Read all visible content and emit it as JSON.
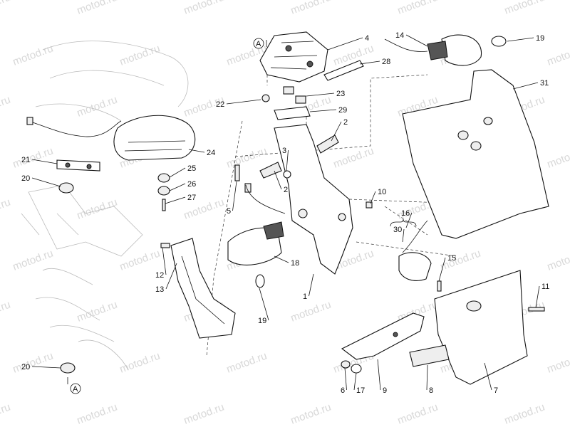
{
  "watermark": "motod.ru",
  "callouts": [
    {
      "id": "1",
      "text": "1"
    },
    {
      "id": "2a",
      "text": "2"
    },
    {
      "id": "2b",
      "text": "2"
    },
    {
      "id": "3",
      "text": "3"
    },
    {
      "id": "4",
      "text": "4"
    },
    {
      "id": "5",
      "text": "5"
    },
    {
      "id": "6",
      "text": "6"
    },
    {
      "id": "7",
      "text": "7"
    },
    {
      "id": "8",
      "text": "8"
    },
    {
      "id": "9",
      "text": "9"
    },
    {
      "id": "10",
      "text": "10"
    },
    {
      "id": "11",
      "text": "11"
    },
    {
      "id": "12",
      "text": "12"
    },
    {
      "id": "13",
      "text": "13"
    },
    {
      "id": "14",
      "text": "14"
    },
    {
      "id": "15",
      "text": "15"
    },
    {
      "id": "16",
      "text": "16"
    },
    {
      "id": "17",
      "text": "17"
    },
    {
      "id": "18",
      "text": "18"
    },
    {
      "id": "19a",
      "text": "19"
    },
    {
      "id": "19b",
      "text": "19"
    },
    {
      "id": "20a",
      "text": "20"
    },
    {
      "id": "20b",
      "text": "20"
    },
    {
      "id": "21",
      "text": "21"
    },
    {
      "id": "22",
      "text": "22"
    },
    {
      "id": "23",
      "text": "23"
    },
    {
      "id": "24",
      "text": "24"
    },
    {
      "id": "25",
      "text": "25"
    },
    {
      "id": "26",
      "text": "26"
    },
    {
      "id": "27",
      "text": "27"
    },
    {
      "id": "28",
      "text": "28"
    },
    {
      "id": "29",
      "text": "29"
    },
    {
      "id": "30",
      "text": "30"
    },
    {
      "id": "31",
      "text": "31"
    }
  ],
  "reference_markers": [
    {
      "id": "A-top",
      "text": "A"
    },
    {
      "id": "A-bottom",
      "text": "A"
    }
  ]
}
